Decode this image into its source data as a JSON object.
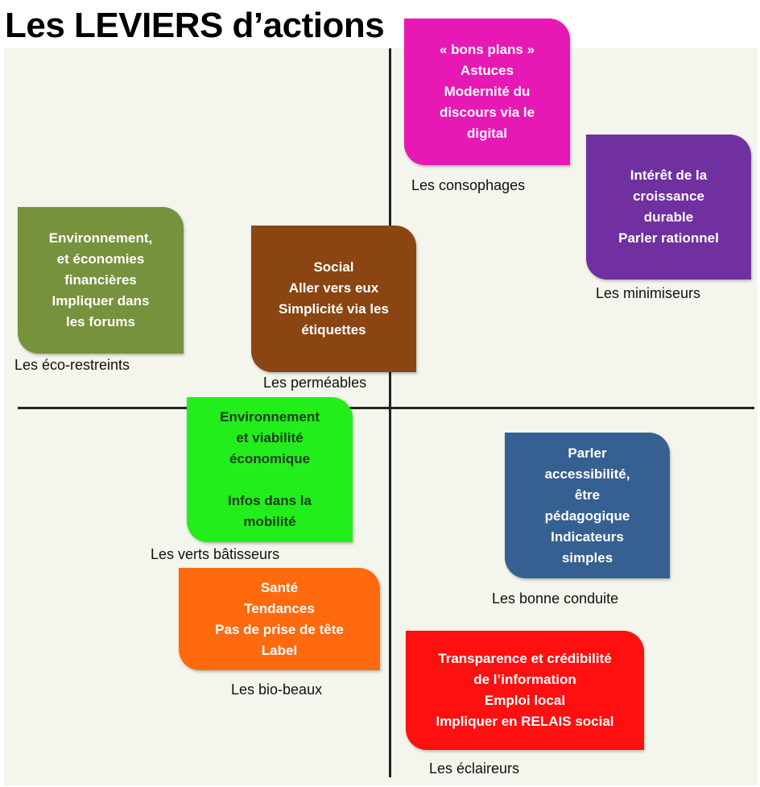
{
  "title": "Les LEVIERS d’actions",
  "segments": {
    "consophages": {
      "label": "Les consophages",
      "color": "#e619b4",
      "lines": [
        "« bons plans »",
        "Astuces",
        "Modernité du",
        "discours via le",
        "digital"
      ]
    },
    "minimiseurs": {
      "label": "Les minimiseurs",
      "color": "#7030a0",
      "lines": [
        "Intérêt de la",
        "croissance",
        "durable",
        "Parler rationnel"
      ]
    },
    "eco_restreints": {
      "label": "Les éco-restreints",
      "color": "#76923c",
      "lines": [
        "Environnement,",
        "et économies",
        "financières",
        "Impliquer dans",
        "les forums"
      ]
    },
    "permeables": {
      "label": "Les perméables",
      "color": "#8b4513",
      "lines": [
        "Social",
        "Aller vers eux",
        "Simplicité via les",
        "étiquettes"
      ]
    },
    "verts_batisseurs": {
      "label": "Les verts bâtisseurs",
      "color": "#22ee1c",
      "lines": [
        "Environnement",
        "et  viabilité",
        "économique",
        "",
        "Infos dans la",
        "mobilité"
      ]
    },
    "bonne_conduite": {
      "label": "Les bonne conduite",
      "color": "#376092",
      "lines": [
        "Parler",
        "accessibilité,",
        "être",
        "pédagogique",
        "Indicateurs",
        "simples"
      ]
    },
    "bio_beaux": {
      "label": "Les bio-beaux",
      "color": "#ff6a0e",
      "lines": [
        "Santé",
        "Tendances",
        "Pas de prise de tête",
        "Label"
      ]
    },
    "eclaireurs": {
      "label": "Les éclaireurs",
      "color": "#ff1010",
      "lines": [
        "Transparence et crédibilité",
        "de l’information",
        "Emploi local",
        "Impliquer en RELAIS social"
      ]
    }
  }
}
